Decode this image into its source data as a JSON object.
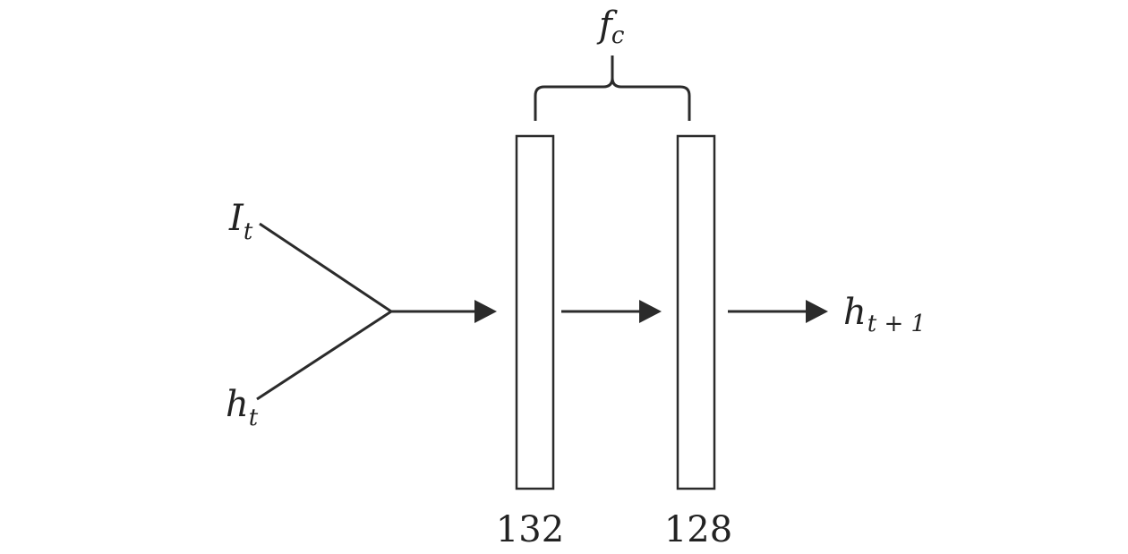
{
  "diagram": {
    "inputs": [
      {
        "base": "I",
        "sub": "t"
      },
      {
        "base": "h",
        "sub": "t"
      }
    ],
    "output": {
      "base": "h",
      "sub": "t + 1"
    },
    "function": {
      "base": "f",
      "sub": "c"
    },
    "layers": [
      {
        "size": "132"
      },
      {
        "size": "128"
      }
    ]
  }
}
